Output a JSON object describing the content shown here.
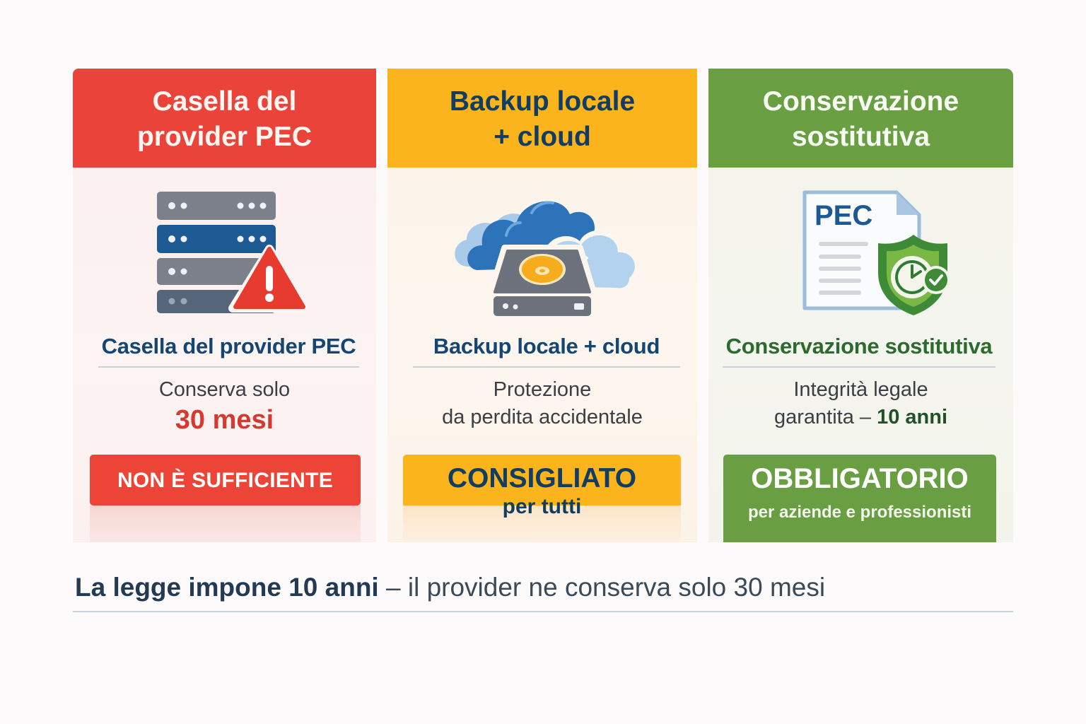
{
  "cards": [
    {
      "header": "Casella del\nprovider PEC",
      "icon": "server-warning-icon",
      "subtitle": "Casella del provider PEC",
      "desc_line1": "Conserva solo",
      "desc_emphasis": "30 mesi",
      "badge": "NON È SUFFICIENTE",
      "color": "#ea443a"
    },
    {
      "header": "Backup locale\n+ cloud",
      "icon": "cloud-drive-icon",
      "subtitle": "Backup locale + cloud",
      "desc_line1": "Protezione",
      "desc_line2": "da perdita accidentale",
      "badge": "CONSIGLIATO",
      "badge_sub": "per tutti",
      "color": "#fbb41b"
    },
    {
      "header": "Conservazione\nsostitutiva",
      "icon": "pec-document-shield-icon",
      "icon_label": "PEC",
      "subtitle": "Conservazione sostitutiva",
      "desc_line1": "Integrità legale",
      "desc_line2_prefix": "garantita – ",
      "desc_line2_emphasis": "10 anni",
      "badge": "OBBLIGATORIO",
      "badge_sub": "per aziende e professionisti",
      "color": "#6a9e43"
    }
  ],
  "footer": {
    "strong": "La legge impone 10 anni",
    "rest": " – il provider ne conserva solo 30 mesi"
  }
}
